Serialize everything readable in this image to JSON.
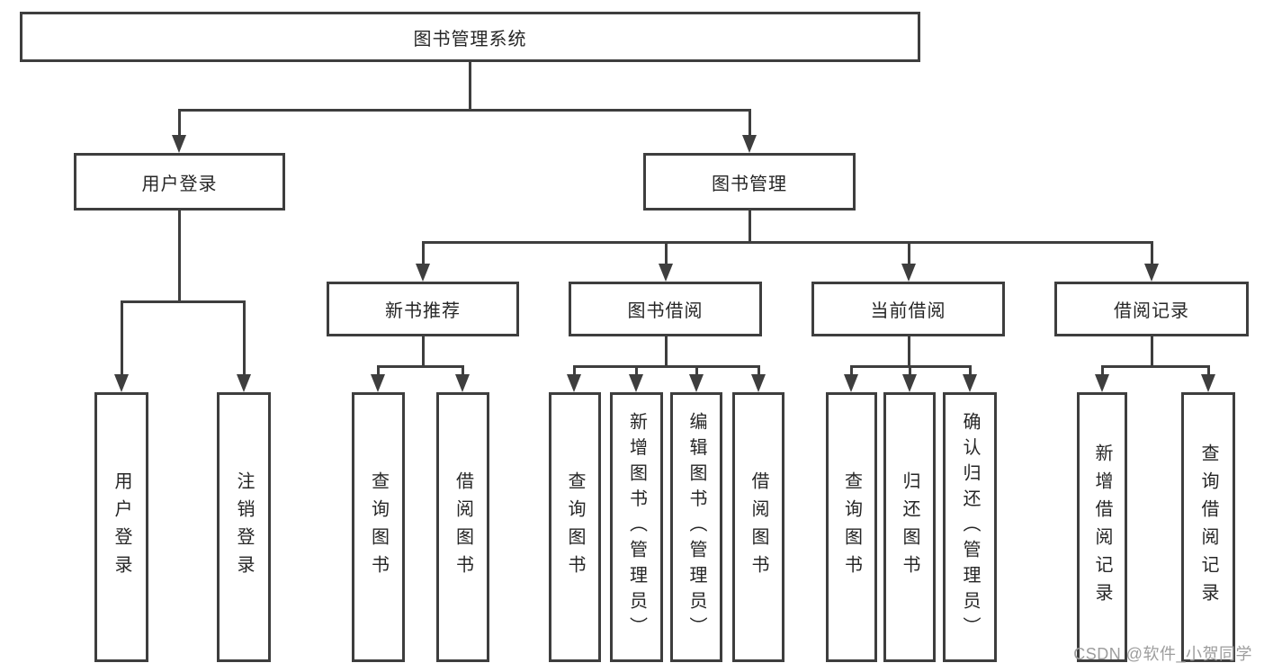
{
  "diagram": {
    "type": "tree",
    "colors": {
      "line": "#3e3e3e",
      "box_border": "#3e3e3e",
      "box_fill": "#ffffff",
      "text": "#262626",
      "watermark_text": "#9d9d9d"
    },
    "nodes": {
      "root": "图书管理系统",
      "user_login": "用户登录",
      "book_mgmt": "图书管理",
      "new_books": "新书推荐",
      "book_borrow": "图书借阅",
      "current_borrow": "当前借阅",
      "borrow_records": "借阅记录",
      "leaf_user_login": "用户登录",
      "leaf_logout": "注销登录",
      "leaf_nb_query": "查询图书",
      "leaf_nb_borrow": "借阅图书",
      "leaf_bb_query": "查询图书",
      "leaf_bb_add": "新增图书（管理员）",
      "leaf_bb_edit": "编辑图书（管理员）",
      "leaf_bb_borrow": "借阅图书",
      "leaf_cb_query": "查询图书",
      "leaf_cb_return": "归还图书",
      "leaf_cb_confirm": "确认归还（管理员）",
      "leaf_br_add": "新增借阅记录",
      "leaf_br_query": "查询借阅记录"
    },
    "watermark": "CSDN @软件_小贺同学"
  }
}
